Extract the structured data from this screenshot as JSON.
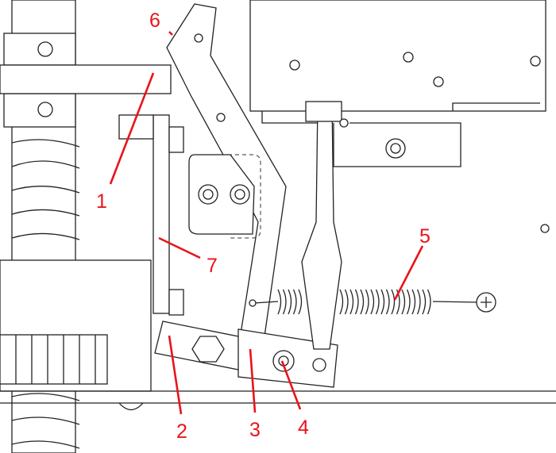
{
  "diagram": {
    "callouts": [
      {
        "id": "6",
        "label": "6"
      },
      {
        "id": "1",
        "label": "1"
      },
      {
        "id": "7",
        "label": "7"
      },
      {
        "id": "5",
        "label": "5"
      },
      {
        "id": "2",
        "label": "2"
      },
      {
        "id": "3",
        "label": "3"
      },
      {
        "id": "4",
        "label": "4"
      }
    ],
    "callout_color": "#e8141b"
  }
}
